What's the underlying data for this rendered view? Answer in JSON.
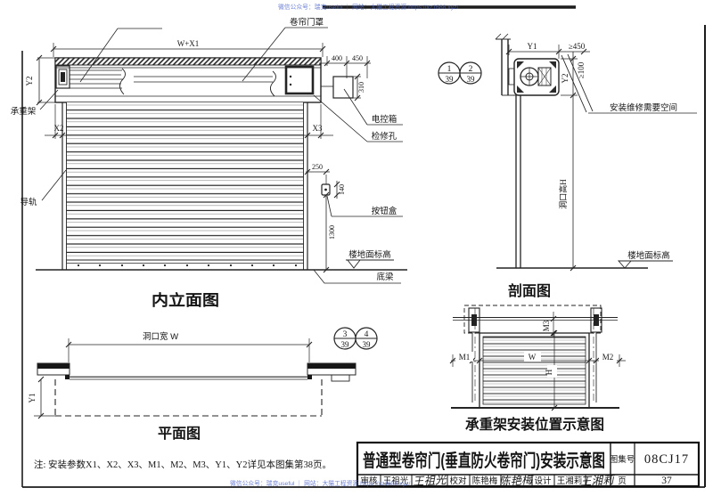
{
  "watermark": {
    "text": "微信公众号：瑞克useful ｜ 网站：大猫工程资源 https://xz1688.xyz/"
  },
  "elevation": {
    "title": "内立面图",
    "labels": {
      "hood": "卷帘门罩",
      "bearing": "承重架",
      "rail": "导轨",
      "control_box": "电控箱",
      "inspection": "检修孔",
      "button_box": "按钮盒",
      "floor": "楼地面标高",
      "bottom_beam": "底梁"
    },
    "dims": {
      "w_x1": "W+X1",
      "y2": "Y2",
      "x2": "X2",
      "x3": "X3",
      "d400": "400",
      "d450": "450",
      "d310": "310",
      "d250": "250",
      "d140": "140",
      "d1300": "1300"
    }
  },
  "plan": {
    "title": "平面图",
    "dims": {
      "width": "洞口宽 W",
      "y1": "Y1"
    },
    "detail_marks": [
      {
        "num": "3",
        "sheet": "39"
      },
      {
        "num": "4",
        "sheet": "39"
      }
    ]
  },
  "section": {
    "title": "剖面图",
    "labels": {
      "space": "安装维修需要空间",
      "floor": "楼地面标高"
    },
    "dims": {
      "y1": "Y1",
      "min450": "≥450",
      "min100": "≥100",
      "y2": "Y2",
      "height": "洞口高H"
    },
    "detail_marks": [
      {
        "num": "1",
        "sheet": "39"
      },
      {
        "num": "2",
        "sheet": "39"
      }
    ]
  },
  "bracket": {
    "title": "承重架安装位置示意图",
    "dims": {
      "m1": "M1",
      "m2": "M2",
      "m3": "M3",
      "w": "W",
      "h": "H"
    }
  },
  "note": "注: 安装参数X1、X2、X3、M1、M2、M3、Y1、Y2详见本图集第38页。",
  "title_block": {
    "drawing_title": "普通型卷帘门(垂直防火卷帘门)安装示意图",
    "atlas_label": "图集号",
    "atlas_number": "08CJ17",
    "page_label": "页",
    "page_number": "37",
    "reviewer_label": "审核",
    "reviewer_name": "王祖光",
    "reviewer_signature": "王祖光",
    "proofreader_label": "校对",
    "proofreader_name": "陈艳梅",
    "proofreader_signature": "陈艳梅",
    "designer_label": "设计",
    "designer_name": "王湘莉",
    "designer_signature": "王湘莉"
  }
}
